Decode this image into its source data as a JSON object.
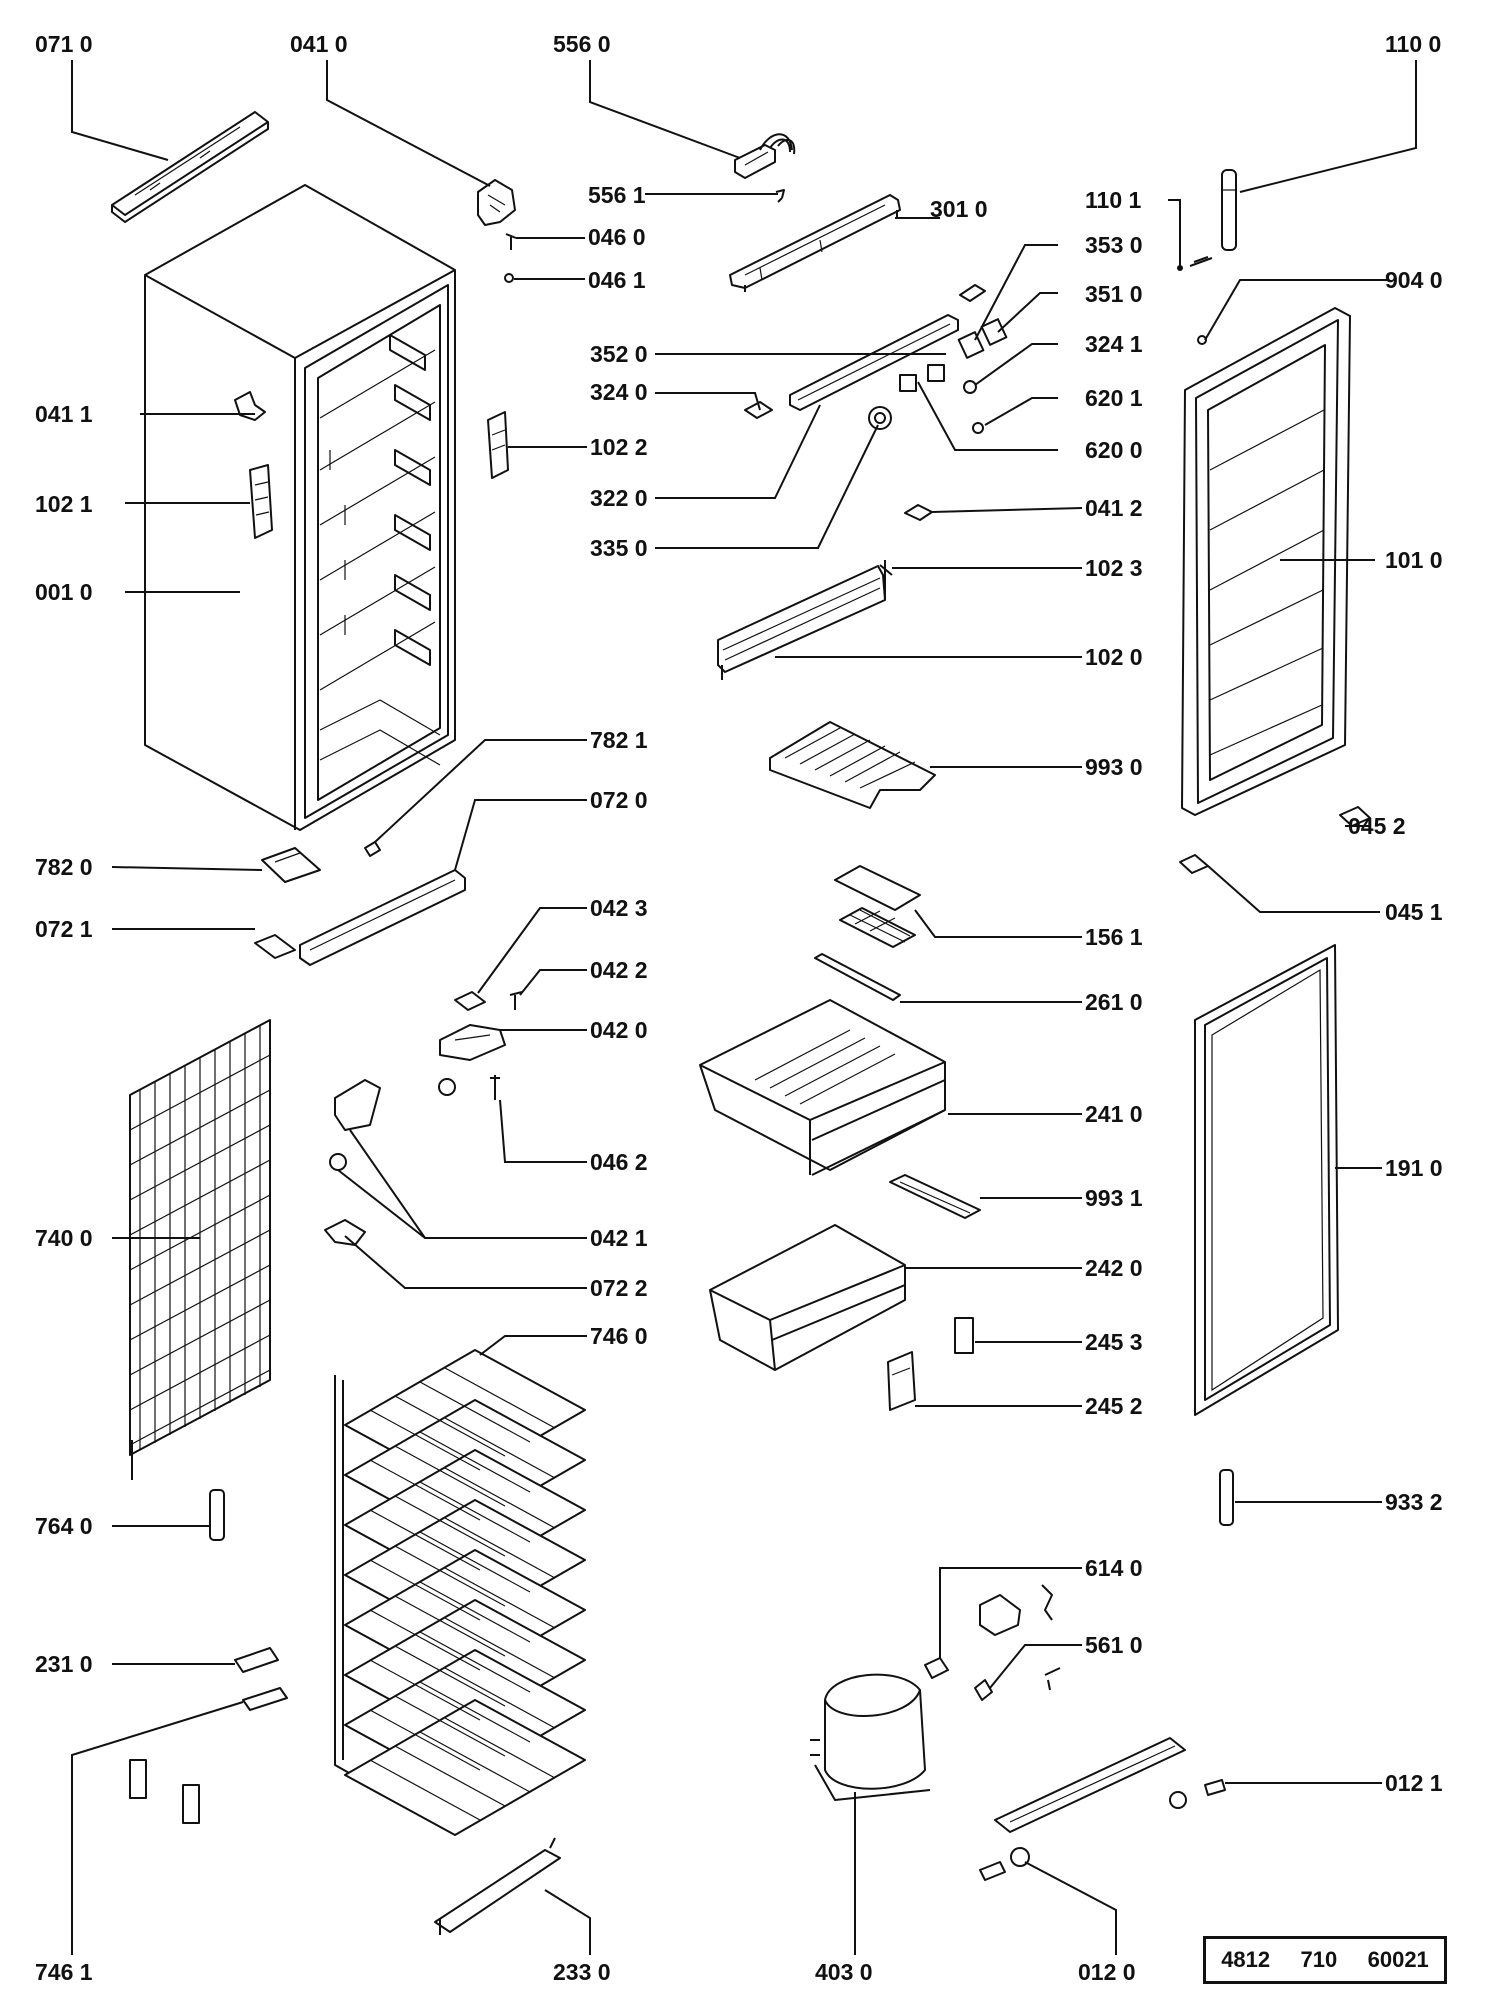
{
  "diagram": {
    "part_labels": [
      "071 0",
      "041 0",
      "556 0",
      "110 0",
      "556 1",
      "046 0",
      "301 0",
      "110 1",
      "353 0",
      "046 1",
      "904 0",
      "351 0",
      "352 0",
      "324 1",
      "324 0",
      "041 1",
      "620 1",
      "102 2",
      "620 0",
      "322 0",
      "102 1",
      "041 2",
      "335 0",
      "102 3",
      "101 0",
      "001 0",
      "102 0",
      "782 1",
      "993 0",
      "072 0",
      "045 2",
      "782 0",
      "045 1",
      "042 3",
      "072 1",
      "156 1",
      "042 2",
      "261 0",
      "042 0",
      "241 0",
      "046 2",
      "191 0",
      "993 1",
      "740 0",
      "042 1",
      "242 0",
      "072 2",
      "746 0",
      "245 3",
      "245 2",
      "764 0",
      "933 2",
      "614 0",
      "231 0",
      "561 0",
      "012 1",
      "746 1",
      "233 0",
      "403 0",
      "012 0"
    ],
    "document_number": [
      "4812",
      "710",
      "60021"
    ]
  }
}
